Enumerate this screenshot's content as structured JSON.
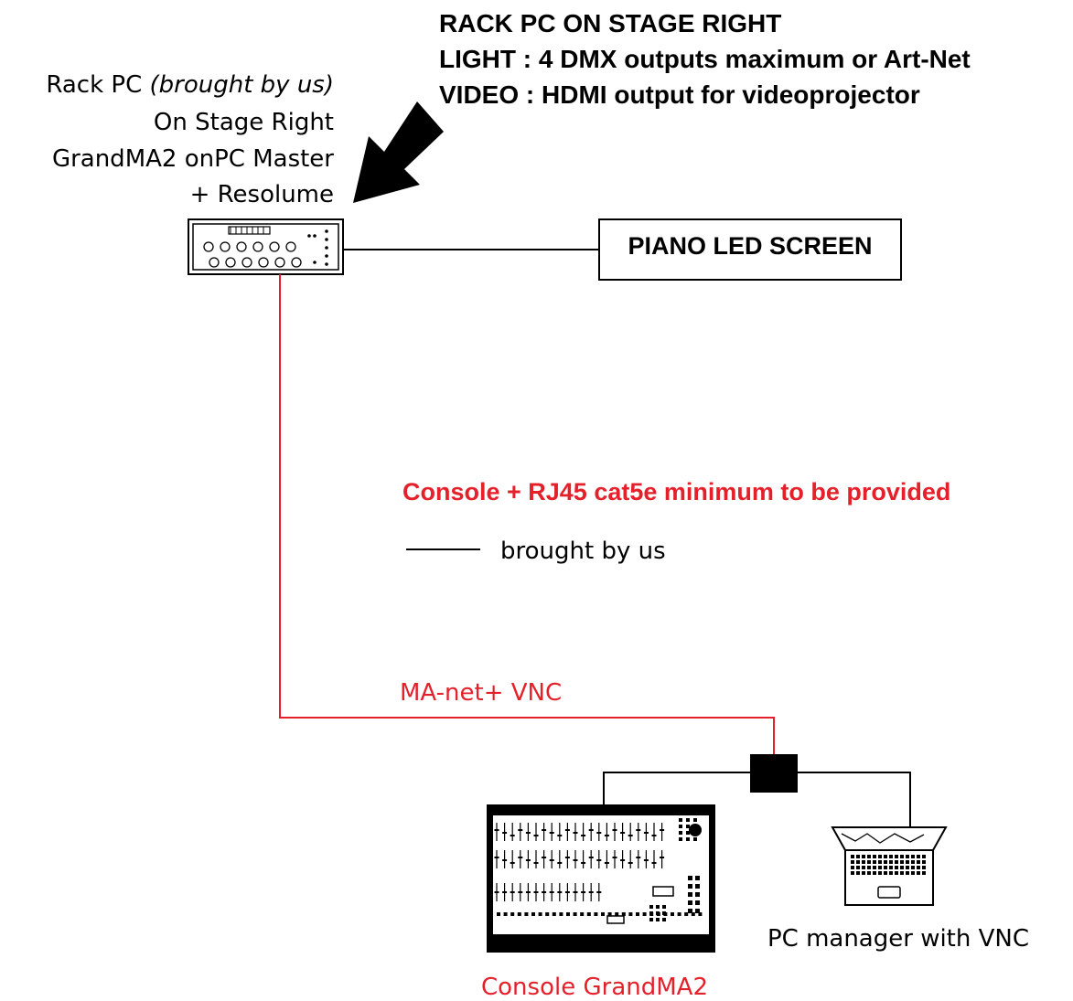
{
  "header": {
    "line1": "RACK PC ON STAGE RIGHT",
    "line2": "LIGHT : 4 DMX outputs maximum or Art-Net",
    "line3": "VIDEO : HDMI output for videoprojector"
  },
  "rack_pc": {
    "line1_prefix": "Rack PC ",
    "line1_italic": "(brought by us)",
    "line2": "On Stage Right",
    "line3": "GrandMA2 onPC Master",
    "line4": "+ Resolume"
  },
  "piano_screen": {
    "label": "PIANO LED SCREEN"
  },
  "notice": {
    "text": "Console + RJ45 cat5e minimum to be provided"
  },
  "legend": {
    "label": "brought by us"
  },
  "network": {
    "label": "MA-net+ VNC"
  },
  "console": {
    "label": "Console GrandMA2"
  },
  "laptop": {
    "label": "PC manager with VNC"
  },
  "colors": {
    "red": "#e4212b",
    "black": "#000000"
  },
  "icons": [
    "arrow-icon",
    "rack-pc-icon",
    "network-switch-icon",
    "console-icon",
    "laptop-icon"
  ]
}
